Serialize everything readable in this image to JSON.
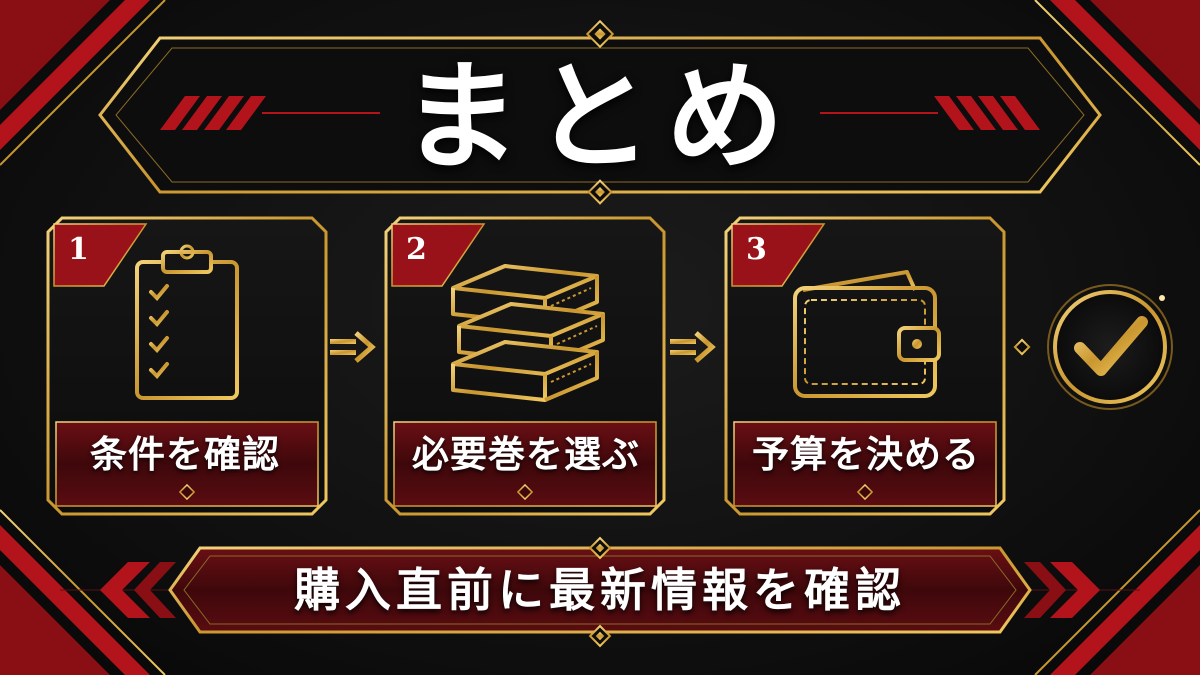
{
  "title": "まとめ",
  "steps": [
    {
      "number": "1",
      "label": "条件を確認",
      "icon": "clipboard-checklist-icon"
    },
    {
      "number": "2",
      "label": "必要巻を選ぶ",
      "icon": "book-stack-icon"
    },
    {
      "number": "3",
      "label": "予算を決める",
      "icon": "wallet-icon"
    }
  ],
  "final_icon": "checkmark-icon",
  "banner": "購入直前に最新情報を確認",
  "colors": {
    "gold": "#d4a53c",
    "gold_light": "#f0c860",
    "red": "#b3141c",
    "dark_red": "#4a0a0e",
    "background": "#0a0a0a"
  }
}
